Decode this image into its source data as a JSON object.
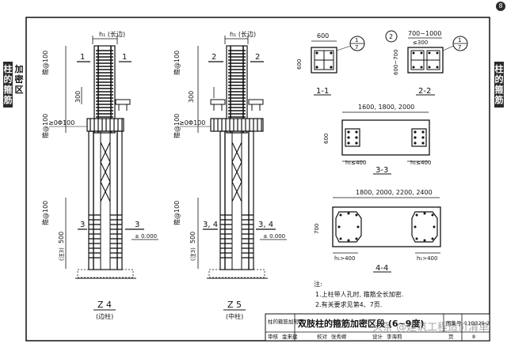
{
  "side_tabs": {
    "left": [
      "柱",
      "的",
      "箍",
      "筋"
    ],
    "left_inner": [
      "加",
      "密",
      "区"
    ],
    "right": [
      "柱",
      "的",
      "箍",
      "筋"
    ]
  },
  "corner": "8",
  "columns": [
    {
      "top_label": "h₁ (长边)",
      "sec_left": "1",
      "sec_right": "1",
      "dense_top": "箍@100",
      "dim_300": "300",
      "beam_label": "箍@100",
      "marker": "≥0Φ100",
      "sec_low": "3",
      "sec_low_r": "3",
      "dense_bot": "箍@100",
      "dim_500": "500",
      "note": "(注3)",
      "level": "± 0.000",
      "name": "Z 4",
      "sub": "(边柱)"
    },
    {
      "top_label": "h₁ (长边)",
      "sec_left": "2",
      "sec_right": "2",
      "dense_top": "箍@100",
      "dim_300": "300",
      "beam_label": "箍@100",
      "marker": "≥0Φ100",
      "sec_low": "3, 4",
      "sec_low_r": "3, 4",
      "dense_bot": "箍@100",
      "dim_500": "500",
      "note": "(注3)",
      "level": "± 0.000",
      "name": "Z 5",
      "sub": "(中柱)"
    }
  ],
  "sections": {
    "s11": {
      "dim": "600",
      "side": "600",
      "name": "1-1",
      "circle_top": "1",
      "circle_bot": "7"
    },
    "s22": {
      "dim": "700~1000",
      "inner": "≤300",
      "side": "600~700",
      "name": "2-2",
      "badge": "2",
      "circle_top": "1",
      "circle_bot": "7"
    },
    "s33": {
      "dim": "1600, 1800, 2000",
      "side": "600",
      "h_left": "h₁≤400",
      "h_right": "h₁≤400",
      "name": "3-3"
    },
    "s44": {
      "dim": "1800, 2000, 2200, 2400",
      "side": "700",
      "h_left": "h₁>400",
      "h_right": "h₁>400",
      "name": "4-4"
    }
  },
  "notes": {
    "title": "注:",
    "items": [
      "1.上柱带人孔时, 箍筋全长加密.",
      "2.有关要求见第4、7页."
    ]
  },
  "title_block": {
    "left_cell": "柱的箍筋加密区",
    "title": "双肢柱的箍筋加密区段 (6~9度)",
    "atlas_label": "图集号",
    "atlas_no": "11G329-2",
    "sign_labels": [
      "审核",
      "金来建",
      "校对",
      "张秀卿",
      "设计",
      "李海莉"
    ],
    "page_label": "页",
    "page_no": "8"
  },
  "watermark": "头条 @建筑工程造价清单"
}
